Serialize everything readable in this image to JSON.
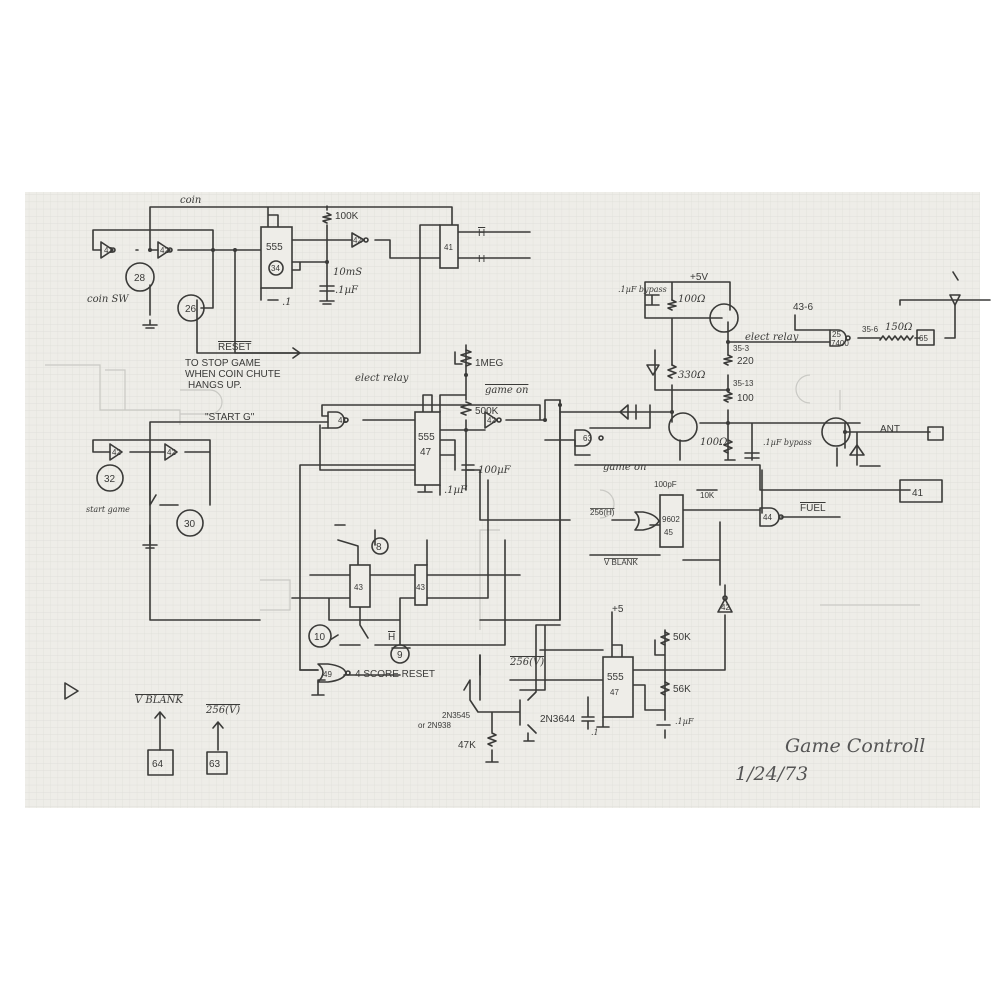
{
  "title": "Game Controll",
  "date": "1/24/73",
  "labels": {
    "coin": "coin",
    "coin_sw": "coin SW",
    "reset": "RESET",
    "note_1": "TO STOP GAME",
    "note_2": "WHEN COIN CHUTE",
    "note_3": "HANGS UP.",
    "start_g": "\"START G\"",
    "start_game": "start game",
    "elect_relay_1": "elect relay",
    "elect_relay_2": "elect relay",
    "game_on_1": "game on",
    "game_on_2": "game on",
    "score_reset": "4 SCORE RESET",
    "vblank_1": "V BLANK",
    "vblank_2": "V BLANK",
    "v256_1": "256(V)",
    "v256_2": "256(V)",
    "h256": "256(H)",
    "h_bar": "H",
    "h": "H",
    "h_bar_2": "H",
    "fuel": "FUEL",
    "ant": "ANT",
    "plus5v": "+5V",
    "plus5": "+5",
    "bypass_1": ".1µF bypass",
    "bypass_2": ".1µF bypass",
    "ref_43_6": "43-6",
    "ref_35_3": "35-3",
    "ref_35_13": "35-13",
    "ref_35_6": "35-6"
  },
  "components": {
    "r100k": "100K",
    "timing": "10mS",
    "c01": ".1µF",
    "c_1": ".1",
    "r1meg": "1MEG",
    "r500k": "500K",
    "c100uf": "100µF",
    "c1uf": ".1µF",
    "r100_ohm": "100Ω",
    "r220": "220",
    "r330": "330Ω",
    "r100": "100",
    "r100_ohm_b": "100Ω",
    "r150": "150Ω",
    "c100pf": "100pF",
    "r10k": "10K",
    "r50k": "50K",
    "r56k": "56K",
    "c_1uf_b": ".1µF",
    "c_1_b": ".1",
    "r47k": "47K",
    "q1": "2N3545",
    "q1_alt": "or 2N938",
    "q2": "2N3644"
  },
  "chips": {
    "timer_a": "555",
    "timer_a_loc": "34",
    "timer_b": "555",
    "timer_b_loc": "47",
    "timer_c": "555",
    "timer_c_loc": "47",
    "ff_41": "41",
    "ff_43a": "43",
    "ff_43b": "43",
    "gate_42": "42",
    "gate_41": "41",
    "gate_63": "63",
    "gate_44": "44",
    "gate_49": "49",
    "gate_25": "25",
    "gate_25_type": "7400",
    "oneshot": "9602",
    "oneshot_loc": "45"
  },
  "boxes": {
    "box_41": "41",
    "box_64": "64",
    "box_63": "63",
    "box_65": "65"
  },
  "circles": {
    "c28": "28",
    "c26": "26",
    "c32": "32",
    "c30": "30",
    "c8": "8",
    "c10": "10",
    "c9": "9"
  }
}
